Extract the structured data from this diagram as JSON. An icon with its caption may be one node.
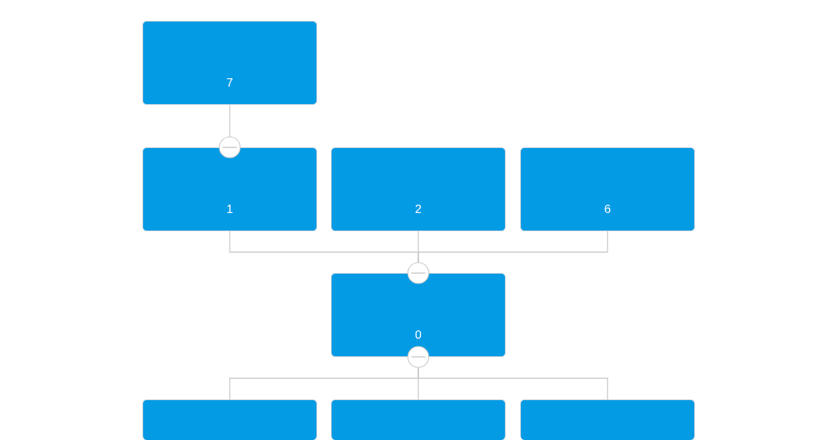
{
  "diagram": {
    "nodes": [
      {
        "text": [
          "7"
        ]
      },
      {
        "text": [
          "1"
        ]
      },
      {
        "text": [
          "2"
        ]
      },
      {
        "text": [
          "6"
        ]
      },
      {
        "text": [
          "0"
        ]
      },
      {
        "text": [],
        "shape": "box"
      },
      {
        "text": [],
        "shape": "box"
      },
      {
        "text": [],
        "shape": "box"
      }
    ],
    "edges": [
      {
        "from": 0,
        "to": 1,
        "arrow": "none"
      },
      {
        "from": 1,
        "to": 4,
        "arrow": "none"
      },
      {
        "from": 2,
        "to": 4,
        "arrow": "none"
      },
      {
        "from": 3,
        "to": 4,
        "arrow": "none"
      },
      {
        "from": 4,
        "to": 5,
        "arrow": "none"
      },
      {
        "from": 4,
        "to": 6,
        "arrow": "none"
      },
      {
        "from": 4,
        "to": 7,
        "arrow": "none"
      }
    ]
  }
}
